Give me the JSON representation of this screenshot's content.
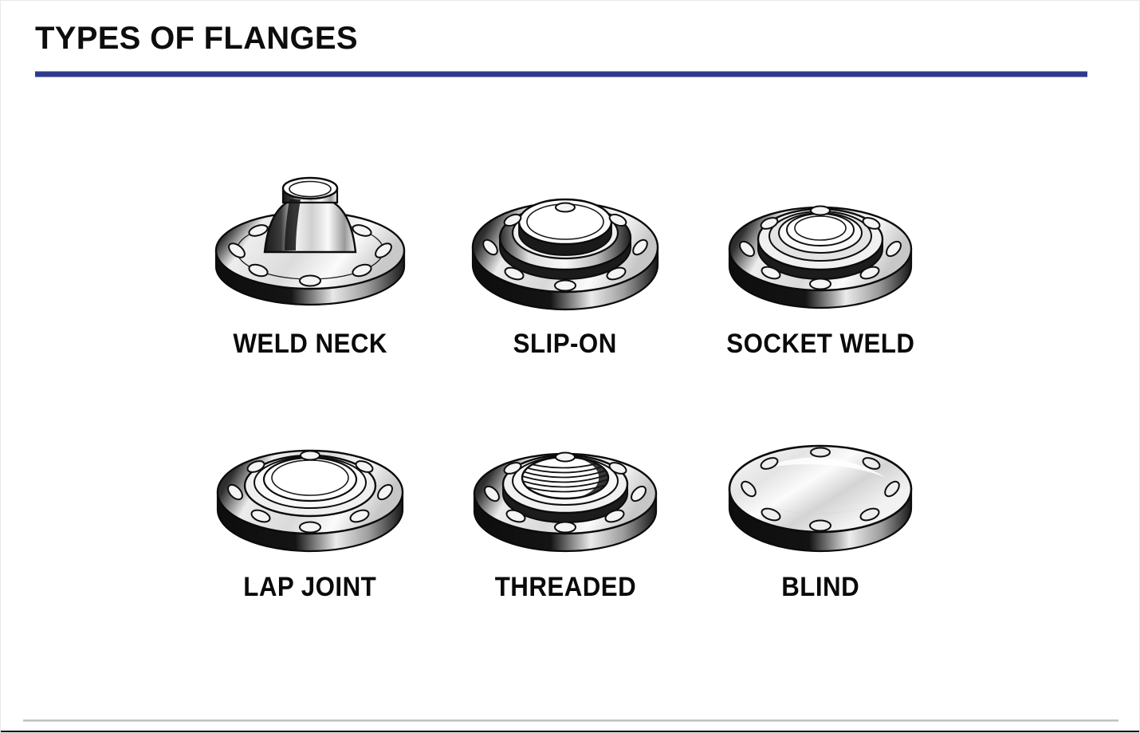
{
  "slide": {
    "title": "TYPES OF FLANGES",
    "accent_color": "#2E3B8C",
    "text_color": "#0D0D0D",
    "background_color": "#FFFFFF",
    "footer_divider_color": "#C4C4C4",
    "footer_bar_color": "#111111"
  },
  "flanges": [
    {
      "label": "WELD NECK",
      "art": "weld-neck-flange",
      "bolt_holes": 8,
      "row": 1,
      "column": 1
    },
    {
      "label": "SLIP-ON",
      "art": "slip-on-flange",
      "bolt_holes": 8,
      "row": 1,
      "column": 2
    },
    {
      "label": "SOCKET WELD",
      "art": "socket-weld-flange",
      "bolt_holes": 8,
      "row": 1,
      "column": 3
    },
    {
      "label": "LAP JOINT",
      "art": "lap-joint-flange",
      "bolt_holes": 8,
      "row": 2,
      "column": 1
    },
    {
      "label": "THREADED",
      "art": "threaded-flange",
      "bolt_holes": 8,
      "row": 2,
      "column": 2
    },
    {
      "label": "BLIND",
      "art": "blind-flange",
      "bolt_holes": 8,
      "row": 2,
      "column": 3
    }
  ]
}
